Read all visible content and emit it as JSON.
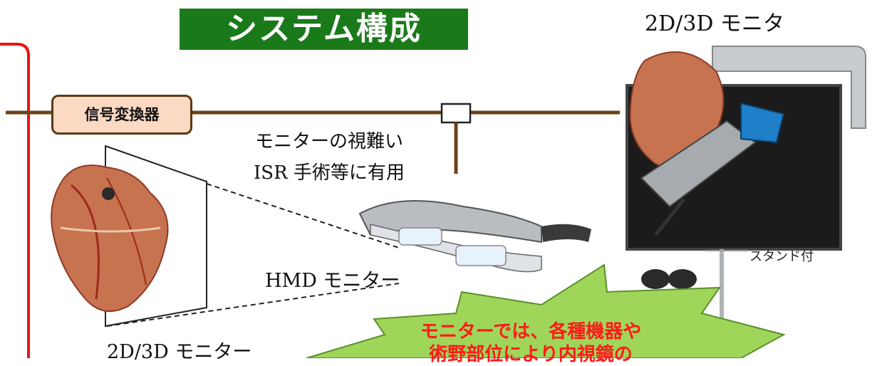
{
  "title": "システム構成",
  "monitor_title": "2D/3D モニタ",
  "signal_converter": "信号変換器",
  "note_line1": "モニターの視難い",
  "note_line2": "ISR 手術等に有用",
  "hmd_label": "HMD モニター",
  "stand_label": "スタンド付",
  "bottom_label": "2D/3D モニター",
  "burst_line1": "モニターでは、各種機器や",
  "burst_line2": "術野部位により内視鏡の",
  "colors": {
    "title_bg": "#1a7a1a",
    "line": "#6b4418",
    "signal_box_bg": "#fbd9c3",
    "burst_fill": "#9fd65a",
    "burst_text": "#ff1a1a",
    "frame": "#ee1111"
  }
}
